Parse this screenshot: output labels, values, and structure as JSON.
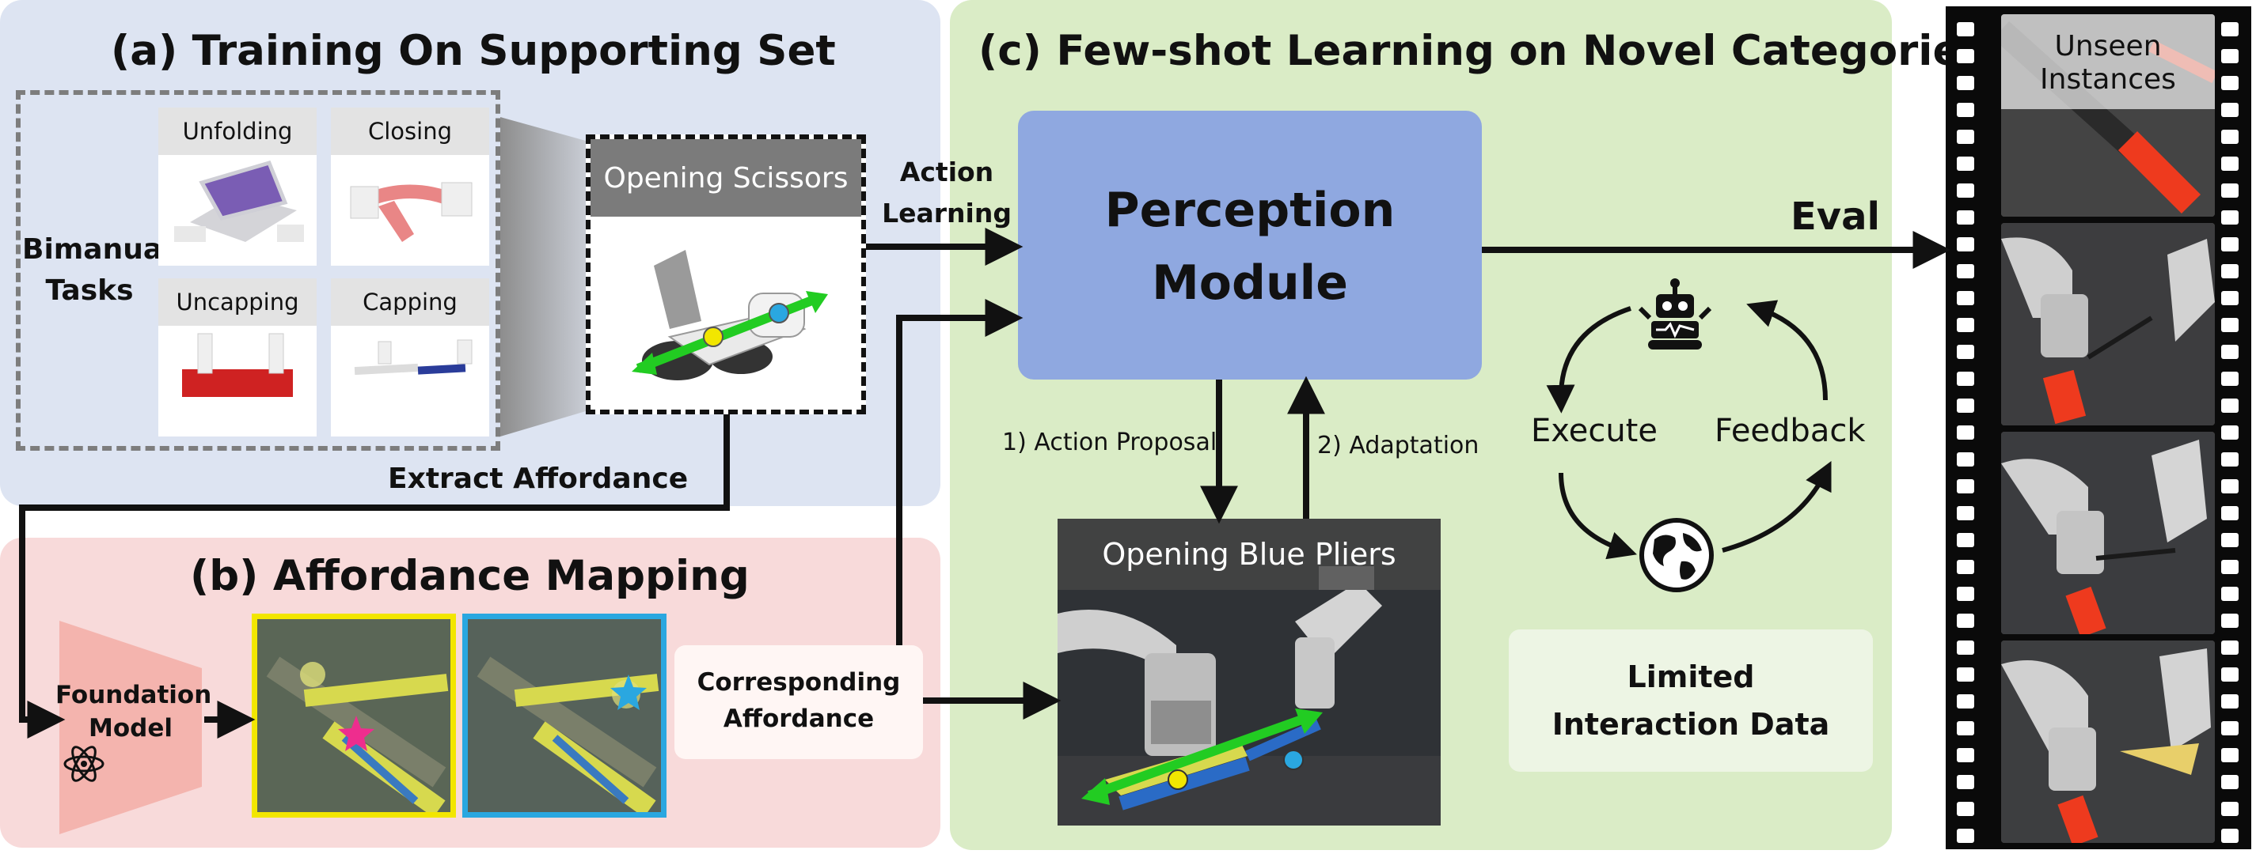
{
  "panel_a": {
    "title": "(a) Training On Supporting Set",
    "group_label_line1": "Bimanual",
    "group_label_line2": "Tasks",
    "tasks": [
      "Unfolding",
      "Closing",
      "Uncapping",
      "Capping"
    ],
    "zoom_label": "Opening Scissors",
    "extract_label": "Extract Affordance"
  },
  "panel_b": {
    "title": "(b) Affordance Mapping",
    "foundation_line1": "Foundation",
    "foundation_line2": "Model",
    "corresponding_line1": "Corresponding",
    "corresponding_line2": "Affordance"
  },
  "panel_c": {
    "title": "(c) Few-shot Learning on Novel Categories",
    "action_line1": "Action",
    "action_line2": "Learning",
    "perception_line1": "Perception",
    "perception_line2": "Module",
    "step1": "1) Action Proposal",
    "step2": "2) Adaptation",
    "blue_pliers_label": "Opening Blue Pliers",
    "execute": "Execute",
    "feedback": "Feedback",
    "limited_line1": "Limited",
    "limited_line2": "Interaction Data",
    "eval": "Eval"
  },
  "filmstrip": {
    "title_line1": "Unseen",
    "title_line2": "Instances"
  },
  "colors": {
    "panel_a_bg": "#dde4f2",
    "panel_b_bg": "#f8dada",
    "panel_c_bg": "#daecc6",
    "perception_box": "#8fa8e0",
    "foundation_shape": "#f4b4ae",
    "arrow_green": "#22cc22",
    "highlight_yellow": "#f2e600",
    "highlight_cyan": "#2aa7e0",
    "star_pink": "#ee2d8e"
  },
  "icons": [
    "atom-icon",
    "robot-icon",
    "globe-icon",
    "star-icon"
  ]
}
